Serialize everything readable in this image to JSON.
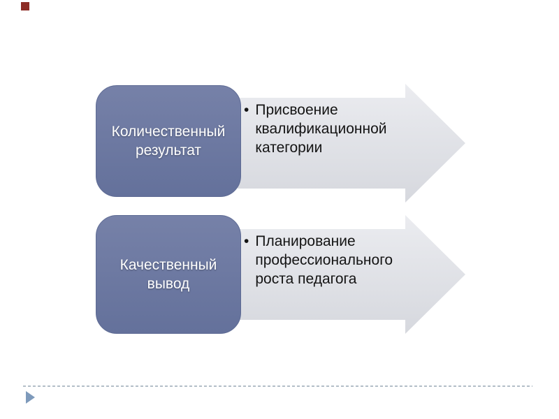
{
  "diagram": {
    "rows": [
      {
        "box_label": "Количественный результат",
        "bullet": "•",
        "arrow_label": "Присвоение квалификационной категории"
      },
      {
        "box_label": "Качественный вывод",
        "bullet": "•",
        "arrow_label": "Планирование профессионального роста педагога"
      }
    ]
  },
  "colors": {
    "accent_square": "#8D2C25",
    "box_fill_top": "#7681A8",
    "box_fill_bottom": "#64719B",
    "box_border": "#5E6B94",
    "box_text": "#FFFFFF",
    "arrow_fill_top": "#EBECF0",
    "arrow_fill_bottom": "#D6D8DE",
    "arrow_text": "#141414",
    "footer_line": "#B3BEC8",
    "footer_triangle": "#7E9ABB"
  }
}
